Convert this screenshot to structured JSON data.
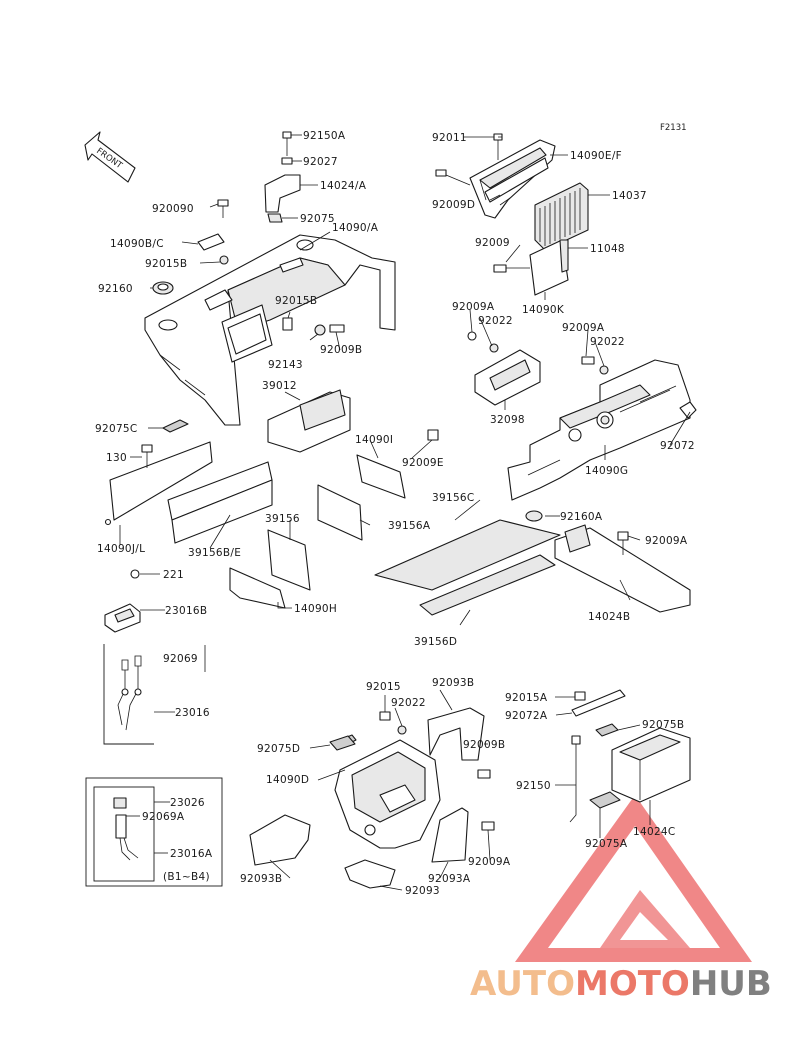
{
  "diagram_code": "F2131",
  "front_label": "FRONT",
  "labels": {
    "p92150A": "92150A",
    "p92027": "92027",
    "p14024A": "14024/A",
    "p92011": "92011",
    "p14090EF": "14090E/F",
    "p92009D": "92009D",
    "p14037": "14037",
    "p92090": "920090",
    "p92075_top": "92075",
    "p14090A": "14090/A",
    "p14090BC": "14090B/C",
    "p92015B_top": "92015B",
    "p92009_mid": "92009",
    "p11048": "11048",
    "p92160": "92160",
    "p92015B": "92015B",
    "p14090K": "14090K",
    "p92143": "92143",
    "p92009B_mid": "92009B",
    "p92009A_1": "92009A",
    "p92022_1": "92022",
    "p92009A_2": "92009A",
    "p92022_2": "92022",
    "p39012": "39012",
    "p32098": "32098",
    "p92075C": "92075C",
    "p14090I": "14090I",
    "p92072": "92072",
    "p130": "130",
    "p92009E": "92009E",
    "p14090G": "14090G",
    "p39156C": "39156C",
    "p92160A": "92160A",
    "p39156": "39156",
    "p39156A": "39156A",
    "p14090JL": "14090J/L",
    "p39156BE": "39156B/E",
    "p92009A_3": "92009A",
    "p221": "221",
    "p23016B": "23016B",
    "p14090H": "14090H",
    "p14024B": "14024B",
    "p39156D": "39156D",
    "p92069": "92069",
    "p23016": "23016",
    "p92015": "92015",
    "p92093B_top": "92093B",
    "p92015A": "92015A",
    "p92022_3": "92022",
    "p92072A": "92072A",
    "p92075B": "92075B",
    "p92009B_low": "92009B",
    "p92075D": "92075D",
    "p14090D": "14090D",
    "p92150": "92150",
    "p23026": "23026",
    "p92069A": "92069A",
    "p14024C": "14024C",
    "p23016A": "23016A",
    "p92075A": "92075A",
    "p92009A_4": "92009A",
    "p92093B_low": "92093B",
    "p92093A": "92093A",
    "p92093": "92093",
    "p_b1b4": "(B1~B4)"
  },
  "watermark": {
    "part1": "AUTO",
    "part2": "MOTO",
    "part3": "HUB",
    "color1": "#f2b27a",
    "color2": "#e8614e",
    "color3": "#6a6a6a",
    "triangle_color": "#e84f4f"
  }
}
